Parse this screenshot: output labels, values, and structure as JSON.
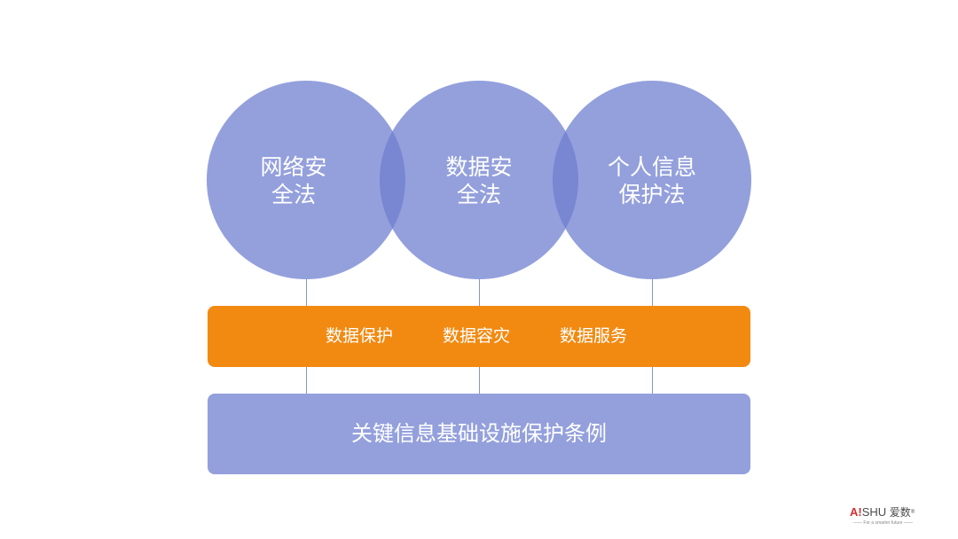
{
  "colors": {
    "circle": "#94a0dc",
    "circle_overlap": "#7987d2",
    "orange_band": "#f28a12",
    "purple_band": "#94a0dc",
    "connector": "#8a94c8",
    "text": "#ffffff"
  },
  "laws": [
    {
      "label": "网络安\n全法"
    },
    {
      "label": "数据安\n全法"
    },
    {
      "label": "个人信息\n保护法"
    }
  ],
  "orange_band": {
    "items": [
      "数据保护",
      "数据容灾",
      "数据服务"
    ]
  },
  "regulation": {
    "label": "关键信息基础设施保护条例"
  },
  "logo": {
    "ai": "A!",
    "shu": "SHU",
    "cn": "爱数",
    "registered": "®",
    "tagline": "—— For a smarter future ——"
  }
}
